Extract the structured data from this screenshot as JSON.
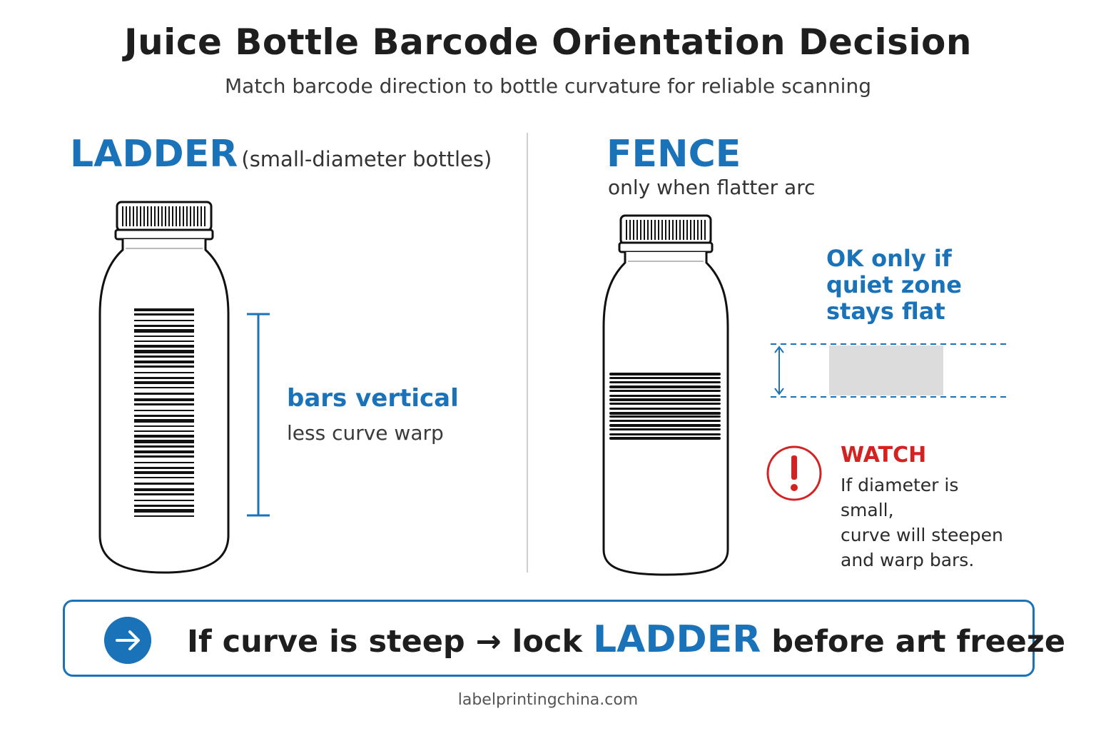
{
  "header": {
    "title": "Juice Bottle Barcode Orientation Decision",
    "subtitle": "Match barcode direction to bottle curvature for reliable scanning"
  },
  "ladder": {
    "heading": "LADDER",
    "qualifier": "(small-diameter bottles)",
    "note_title": "bars vertical",
    "note_body": "less curve warp"
  },
  "fence": {
    "heading": "FENCE",
    "qualifier": "only when flatter arc",
    "ok_lines": [
      "OK only if",
      "quiet zone",
      "stays flat"
    ],
    "watch_title": "WATCH",
    "watch_lines": [
      "If diameter is small,",
      "curve will steepen",
      "and warp bars."
    ]
  },
  "callout": {
    "part1": "If curve is steep → lock ",
    "highlight": "LADDER",
    "part2": " before art freeze"
  },
  "footer": {
    "source": "labelprintingchina.com"
  },
  "colors": {
    "accent": "#1a72b8",
    "warning": "#d42222",
    "text": "#1e1e1e"
  },
  "icons": {
    "arrow": "arrow-right-icon",
    "warning": "exclamation-circle-icon"
  }
}
